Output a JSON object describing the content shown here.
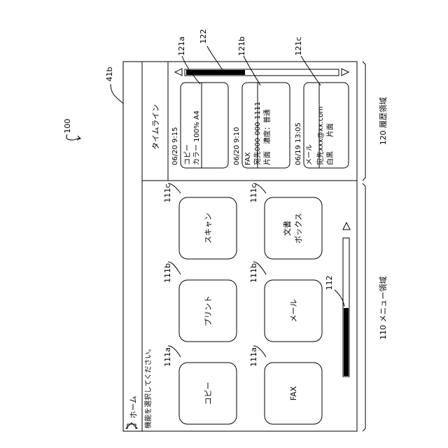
{
  "figure_labels": {
    "device": "100",
    "screen": "41b",
    "history_area": "120 履歴領域",
    "menu_area": "110 メニュー領域",
    "timeline_scrollbar": "122",
    "menu_scrollbar": "112",
    "entry_a": "121a",
    "entry_b": "121b",
    "entry_c": "121c",
    "tile_col_a": "111a",
    "tile_col_b": "111b",
    "tile_col_c": "111c"
  },
  "screen": {
    "title": "ホーム",
    "instruction": "機能を選択してください。"
  },
  "timeline": {
    "title": "タイムライン",
    "entries": [
      {
        "timestamp": "06/20 9:15",
        "lines": [
          "コピー",
          "カラー 100% A4"
        ]
      },
      {
        "timestamp": "06/20 9:10",
        "lines": [
          "FAX",
          "宛先000-000-1111",
          "片面　濃度：普通"
        ]
      },
      {
        "timestamp": "06/19 13:05",
        "lines": [
          "メール",
          "宛先xxx@xx.com",
          "白黒　　片面"
        ]
      }
    ]
  },
  "menu": {
    "tiles": [
      {
        "label": "コピー"
      },
      {
        "label": "プリント"
      },
      {
        "label": "スキャン"
      },
      {
        "label": "FAX"
      },
      {
        "label": "メール"
      },
      {
        "label": "文書",
        "label2": "ボックス"
      }
    ]
  }
}
